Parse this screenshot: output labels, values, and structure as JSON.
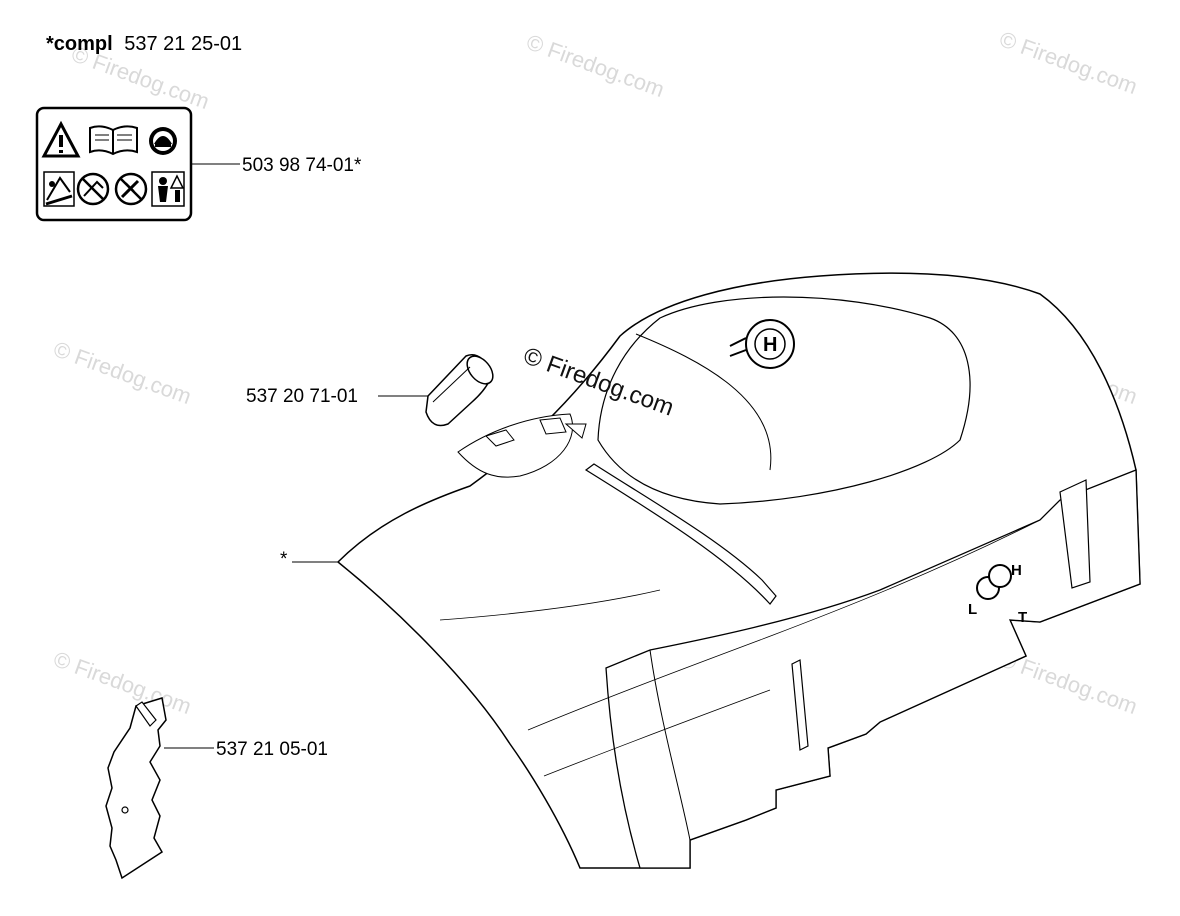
{
  "header": {
    "prefix": "*compl",
    "number": "537 21 25-01"
  },
  "callouts": {
    "label": "503 98 74-01*",
    "plug": "537 20 71-01",
    "cover": "*",
    "plate": "537 21 05-01"
  },
  "cover_markings": {
    "brand": "H",
    "l": "L",
    "h": "H",
    "t": "T"
  },
  "watermark": {
    "text": "© Firedog.com"
  },
  "icons": [
    "warning-triangle-icon",
    "manual-book-icon",
    "helmet-protection-icon",
    "kickback-hazard-icon",
    "no-one-handed-icon",
    "no-tip-contact-icon",
    "operator-safety-icon"
  ]
}
